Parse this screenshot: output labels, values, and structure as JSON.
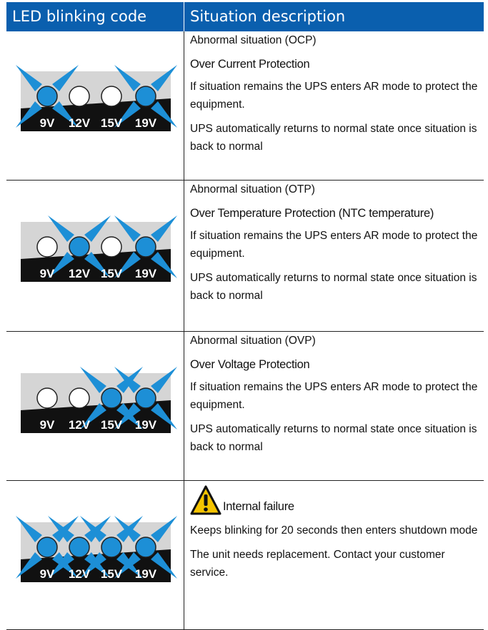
{
  "header": {
    "col1": "LED blinking code",
    "col2": "Situation description"
  },
  "colors": {
    "header_bg": "#0a5fae",
    "led_on": "#1d8fd6",
    "led_off": "#ffffff",
    "panel_gray": "#d5d5d5",
    "panel_black": "#111111",
    "warning_yellow": "#f5c400"
  },
  "led_labels": [
    "9V",
    "12V",
    "15V",
    "19V"
  ],
  "rows": [
    {
      "leds_on": [
        true,
        false,
        false,
        true
      ],
      "situation": "Abnormal situation (OCP)",
      "title": "Over Current Protection",
      "para1": "If situation remains the UPS enters AR mode to protect the equipment.",
      "para2": "UPS automatically returns to normal state once situation is back to normal"
    },
    {
      "leds_on": [
        false,
        true,
        false,
        true
      ],
      "situation": "Abnormal situation (OTP)",
      "title": "Over Temperature Protection (NTC temperature)",
      "para1": "If situation remains the UPS enters AR mode to protect the equipment.",
      "para2": "UPS automatically returns to normal state once situation is back to normal"
    },
    {
      "leds_on": [
        false,
        false,
        true,
        true
      ],
      "situation": "Abnormal situation (OVP)",
      "title": "Over Voltage Protection",
      "para1": "If situation remains the UPS enters AR mode to protect the equipment.",
      "para2": "UPS automatically returns to normal state once situation is back to normal"
    },
    {
      "leds_on": [
        true,
        true,
        true,
        true
      ],
      "warning_icon": "warning-triangle-icon",
      "title": "Internal failure",
      "para1": "Keeps blinking for 20 seconds then enters shutdown mode",
      "para2": "The unit needs replacement. Contact your customer service."
    }
  ]
}
